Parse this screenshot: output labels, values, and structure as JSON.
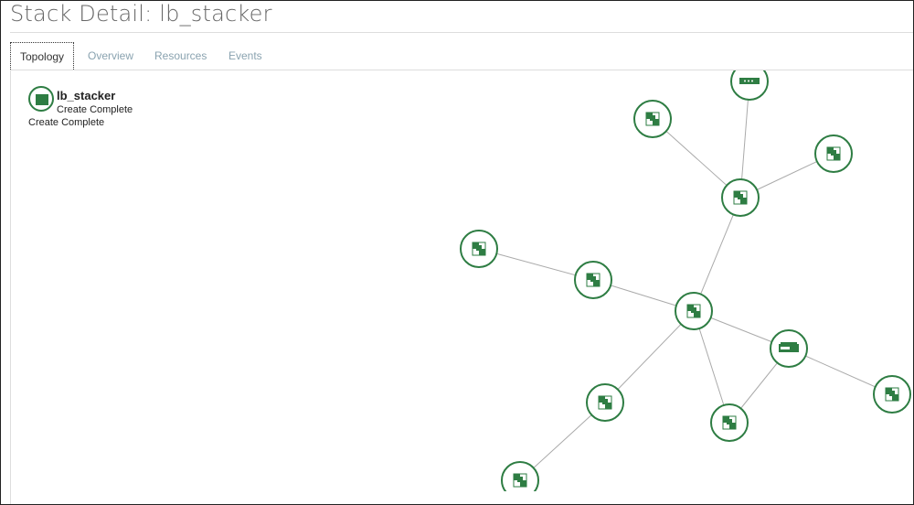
{
  "header": {
    "title": "Stack Detail: lb_stacker"
  },
  "tabs": [
    {
      "label": "Topology",
      "active": true
    },
    {
      "label": "Overview"
    },
    {
      "label": "Resources"
    },
    {
      "label": "Events"
    }
  ],
  "stack": {
    "name": "lb_stacker",
    "status": "Create Complete",
    "status_detail": "Create Complete"
  },
  "colors": {
    "node": "#2e7d43",
    "edge": "#aaaaaa"
  },
  "graph": {
    "nodes": [
      {
        "id": "router",
        "icon": "router-icon"
      },
      {
        "id": "r1",
        "icon": "resource-icon"
      },
      {
        "id": "r2",
        "icon": "resource-icon"
      },
      {
        "id": "hub1",
        "icon": "resource-icon"
      },
      {
        "id": "r3",
        "icon": "resource-icon"
      },
      {
        "id": "r4",
        "icon": "resource-icon"
      },
      {
        "id": "hub2",
        "icon": "resource-icon"
      },
      {
        "id": "lb",
        "icon": "server-icon"
      },
      {
        "id": "r5",
        "icon": "resource-icon"
      },
      {
        "id": "r6",
        "icon": "resource-icon"
      },
      {
        "id": "r7",
        "icon": "resource-icon"
      },
      {
        "id": "r8",
        "icon": "resource-icon"
      }
    ],
    "edges": [
      [
        "router",
        "hub1"
      ],
      [
        "r1",
        "hub1"
      ],
      [
        "r2",
        "hub1"
      ],
      [
        "hub1",
        "hub2"
      ],
      [
        "r3",
        "r4"
      ],
      [
        "r4",
        "hub2"
      ],
      [
        "hub2",
        "lb"
      ],
      [
        "lb",
        "r5"
      ],
      [
        "hub2",
        "r6"
      ],
      [
        "r6",
        "r8"
      ],
      [
        "hub2",
        "r7"
      ],
      [
        "lb",
        "r7"
      ]
    ]
  }
}
